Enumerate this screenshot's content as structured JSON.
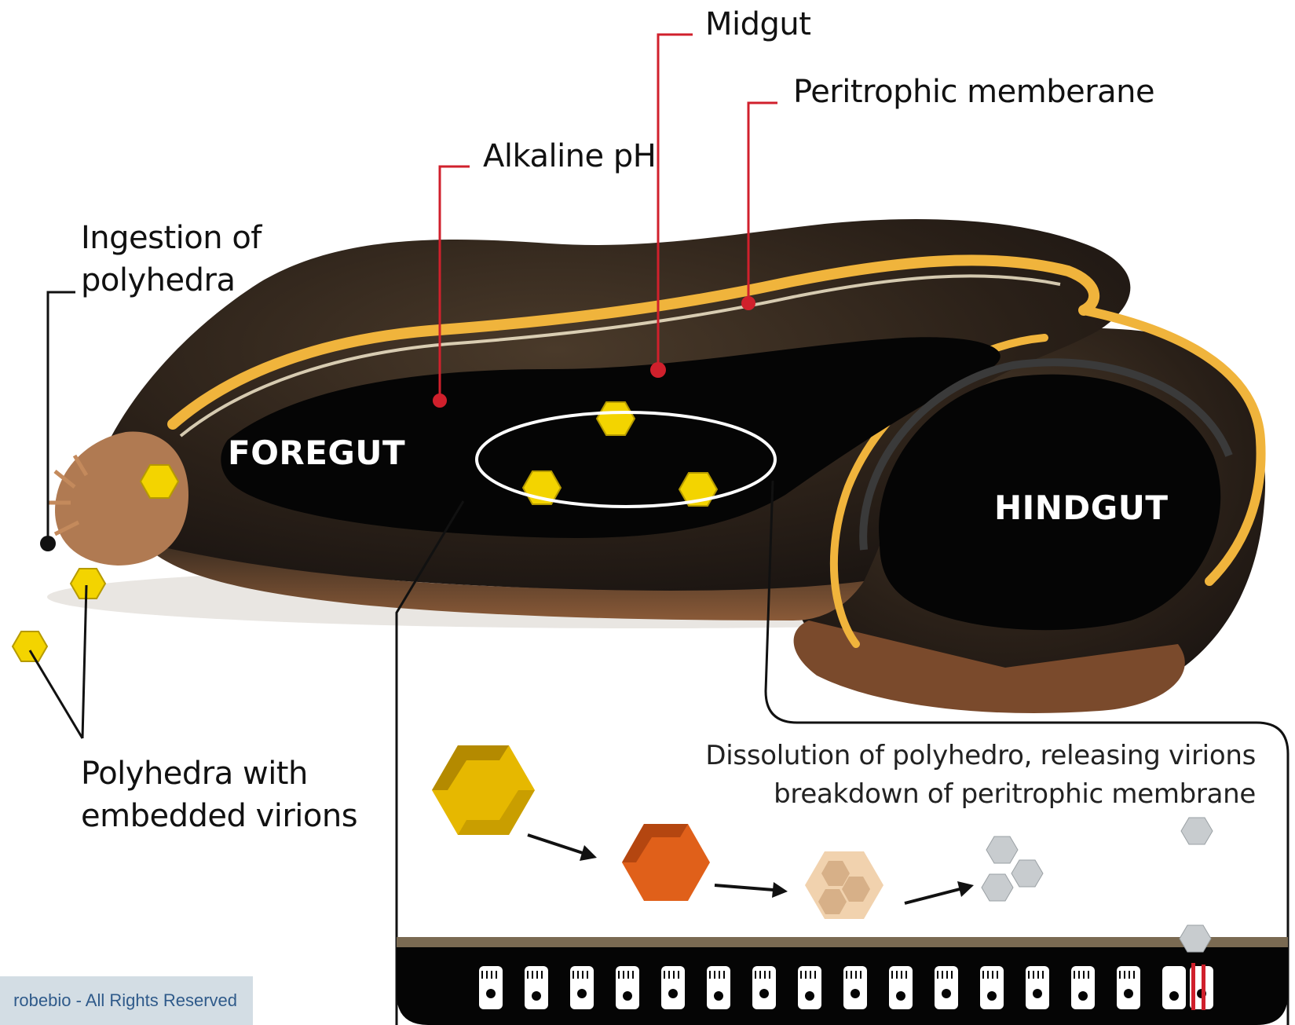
{
  "labels": {
    "midgut": "Midgut",
    "peritrophic": "Peritrophic memberane",
    "alkaline": "Alkaline pH",
    "ingestion_line1": "Ingestion of",
    "ingestion_line2": "polyhedra",
    "polyhedra_line1": "Polyhedra with",
    "polyhedra_line2": "embedded virions",
    "foregut": "FOREGUT",
    "hindgut": "HINDGUT",
    "dissolution_line1": "Dissolution of polyhedro, releasing virions",
    "dissolution_line2": "breakdown of peritrophic membrane"
  },
  "footer": {
    "copyright": "robebio - All Rights Reserved"
  },
  "colors": {
    "leader": "#d0202c",
    "polyhedra": "#f3d400",
    "body_dark": "#1c1510",
    "stripe": "#f0b43c",
    "epithelium": "#7a6a52",
    "step1": "#e6b800",
    "step2": "#e0601a",
    "step3": "#f1d2ae",
    "step4": "#c8cccf"
  }
}
